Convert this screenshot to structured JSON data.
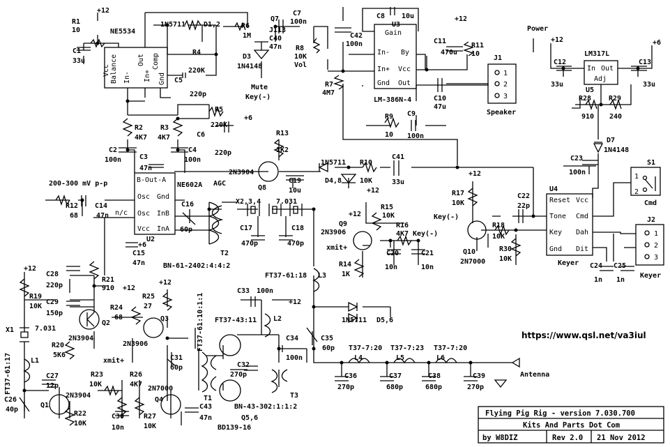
{
  "title_block": {
    "title": "Flying Pig Rig - version 7.030.700",
    "company": "Kits And Parts Dot Com",
    "author": "by W8DIZ",
    "revision": "Rev 2.0",
    "date": "21 Nov 2012"
  },
  "url": "https://www.qsl.net/va3iul",
  "labels": [
    {
      "id": "l1",
      "text": "+12"
    },
    {
      "id": "l2",
      "text": "R1"
    },
    {
      "id": "l3",
      "text": "10"
    },
    {
      "id": "l4",
      "text": "NE5534"
    },
    {
      "id": "l5",
      "text": "C1"
    },
    {
      "id": "l6",
      "text": "33u"
    },
    {
      "id": "l7",
      "text": "1N5711"
    },
    {
      "id": "l8",
      "text": "D1,2"
    },
    {
      "id": "l9",
      "text": "R4"
    },
    {
      "id": "l10",
      "text": "220K"
    },
    {
      "id": "l11",
      "text": "C5"
    },
    {
      "id": "l12",
      "text": "220p"
    },
    {
      "id": "l13",
      "text": "R6"
    },
    {
      "id": "l14",
      "text": "1M"
    },
    {
      "id": "l15",
      "text": "J113"
    },
    {
      "id": "l16",
      "text": "Q7"
    },
    {
      "id": "l17",
      "text": "D3"
    },
    {
      "id": "l18",
      "text": "1N4148"
    },
    {
      "id": "l19",
      "text": "C7"
    },
    {
      "id": "l20",
      "text": "100n"
    },
    {
      "id": "l21",
      "text": "C40"
    },
    {
      "id": "l22",
      "text": "47n"
    },
    {
      "id": "l23",
      "text": "Mute"
    },
    {
      "id": "l24",
      "text": "Key(-)"
    },
    {
      "id": "l25",
      "text": "R8"
    },
    {
      "id": "l26",
      "text": "10K"
    },
    {
      "id": "l27",
      "text": "Vol"
    },
    {
      "id": "l28",
      "text": "C8"
    },
    {
      "id": "l29",
      "text": "10u"
    },
    {
      "id": "l30",
      "text": "U3"
    },
    {
      "id": "l31",
      "text": "C42"
    },
    {
      "id": "l32",
      "text": "100n"
    },
    {
      "id": "l33",
      "text": "C11"
    },
    {
      "id": "l34",
      "text": "470u"
    },
    {
      "id": "l35",
      "text": "+12"
    },
    {
      "id": "l36",
      "text": "R11"
    },
    {
      "id": "l37",
      "text": "10"
    },
    {
      "id": "l38",
      "text": "R7"
    },
    {
      "id": "l39",
      "text": "4M7"
    },
    {
      "id": "l40",
      "text": "LM-386N-4"
    },
    {
      "id": "l41",
      "text": "C10"
    },
    {
      "id": "l42",
      "text": "47u"
    },
    {
      "id": "l43",
      "text": "J1"
    },
    {
      "id": "l44",
      "text": "Speaker"
    },
    {
      "id": "l45",
      "text": "R9"
    },
    {
      "id": "l46",
      "text": "10"
    },
    {
      "id": "l47",
      "text": "C9"
    },
    {
      "id": "l48",
      "text": "100n"
    },
    {
      "id": "l49",
      "text": "Power"
    },
    {
      "id": "l50",
      "text": "+12"
    },
    {
      "id": "l51",
      "text": "LM317L"
    },
    {
      "id": "l52",
      "text": "+6"
    },
    {
      "id": "l53",
      "text": "C12"
    },
    {
      "id": "l54",
      "text": "33u"
    },
    {
      "id": "l55",
      "text": "U5"
    },
    {
      "id": "l56",
      "text": "C13"
    },
    {
      "id": "l57",
      "text": "33u"
    },
    {
      "id": "l58",
      "text": "R28"
    },
    {
      "id": "l59",
      "text": "R29"
    },
    {
      "id": "l60",
      "text": "910"
    },
    {
      "id": "l61",
      "text": "240"
    },
    {
      "id": "l62",
      "text": "D7"
    },
    {
      "id": "l63",
      "text": "1N4148"
    },
    {
      "id": "l64",
      "text": "R2"
    },
    {
      "id": "l65",
      "text": "4K7"
    },
    {
      "id": "l66",
      "text": "R3"
    },
    {
      "id": "l67",
      "text": "4K7"
    },
    {
      "id": "l68",
      "text": "R5"
    },
    {
      "id": "l69",
      "text": "220K"
    },
    {
      "id": "l70",
      "text": "+6"
    },
    {
      "id": "l71",
      "text": "C6"
    },
    {
      "id": "l72",
      "text": "220p"
    },
    {
      "id": "l73",
      "text": "C2"
    },
    {
      "id": "l74",
      "text": "100n"
    },
    {
      "id": "l75",
      "text": "C3"
    },
    {
      "id": "l76",
      "text": "47n"
    },
    {
      "id": "l77",
      "text": "C4"
    },
    {
      "id": "l78",
      "text": "100n"
    },
    {
      "id": "l79",
      "text": "R13"
    },
    {
      "id": "l80",
      "text": "1K2"
    },
    {
      "id": "l81",
      "text": "2N3904"
    },
    {
      "id": "l82",
      "text": "Q8"
    },
    {
      "id": "l83",
      "text": "AGC"
    },
    {
      "id": "l84",
      "text": "1N5711"
    },
    {
      "id": "l85",
      "text": "R10"
    },
    {
      "id": "l86",
      "text": "10K"
    },
    {
      "id": "l87",
      "text": "C41"
    },
    {
      "id": "l88",
      "text": "33u"
    },
    {
      "id": "l89",
      "text": "C19"
    },
    {
      "id": "l90",
      "text": "10u"
    },
    {
      "id": "l91",
      "text": "D4,8"
    },
    {
      "id": "l92",
      "text": "C23"
    },
    {
      "id": "l93",
      "text": "100n"
    },
    {
      "id": "l94",
      "text": "S1"
    },
    {
      "id": "l95",
      "text": "Cmd"
    },
    {
      "id": "l96",
      "text": "200-300 mV p-p"
    },
    {
      "id": "l97",
      "text": "R12"
    },
    {
      "id": "l98",
      "text": "68"
    },
    {
      "id": "l99",
      "text": "C14"
    },
    {
      "id": "l100",
      "text": "47n"
    },
    {
      "id": "l101",
      "text": "NE602A"
    },
    {
      "id": "l102",
      "text": "U2"
    },
    {
      "id": "l103",
      "text": "C16"
    },
    {
      "id": "l104",
      "text": "60p"
    },
    {
      "id": "l105",
      "text": "X2,3,4"
    },
    {
      "id": "l106",
      "text": "7.031"
    },
    {
      "id": "l107",
      "text": "C17"
    },
    {
      "id": "l108",
      "text": "470p"
    },
    {
      "id": "l109",
      "text": "C18"
    },
    {
      "id": "l110",
      "text": "470p"
    },
    {
      "id": "l111",
      "text": "T2"
    },
    {
      "id": "l112",
      "text": "C15"
    },
    {
      "id": "l113",
      "text": "47n"
    },
    {
      "id": "l114",
      "text": "+6"
    },
    {
      "id": "l115",
      "text": "BN-61-2402:4:4:2"
    },
    {
      "id": "l116",
      "text": "+12"
    },
    {
      "id": "l117",
      "text": "R15"
    },
    {
      "id": "l118",
      "text": "10K"
    },
    {
      "id": "l119",
      "text": "+12"
    },
    {
      "id": "l120",
      "text": "Q9"
    },
    {
      "id": "l121",
      "text": "2N3906"
    },
    {
      "id": "l122",
      "text": "R16"
    },
    {
      "id": "l123",
      "text": "4K7"
    },
    {
      "id": "l124",
      "text": "Key(-)"
    },
    {
      "id": "l125",
      "text": "xmit+"
    },
    {
      "id": "l126",
      "text": "C20"
    },
    {
      "id": "l127",
      "text": "10n"
    },
    {
      "id": "l128",
      "text": "C21"
    },
    {
      "id": "l129",
      "text": "10n"
    },
    {
      "id": "l130",
      "text": "R14"
    },
    {
      "id": "l131",
      "text": "1K"
    },
    {
      "id": "l132",
      "text": "+12"
    },
    {
      "id": "l133",
      "text": "R17"
    },
    {
      "id": "l134",
      "text": "10K"
    },
    {
      "id": "l135",
      "text": "Key(-)"
    },
    {
      "id": "l136",
      "text": "R18"
    },
    {
      "id": "l137",
      "text": "10K"
    },
    {
      "id": "l138",
      "text": "Q10"
    },
    {
      "id": "l139",
      "text": "2N7000"
    },
    {
      "id": "l140",
      "text": "R30"
    },
    {
      "id": "l141",
      "text": "10K"
    },
    {
      "id": "l142",
      "text": "C22"
    },
    {
      "id": "l143",
      "text": "22p"
    },
    {
      "id": "l144",
      "text": "U4"
    },
    {
      "id": "l145",
      "text": "Keyer"
    },
    {
      "id": "l146",
      "text": "J2"
    },
    {
      "id": "l147",
      "text": "C24"
    },
    {
      "id": "l148",
      "text": "1n"
    },
    {
      "id": "l149",
      "text": "C25"
    },
    {
      "id": "l150",
      "text": "1n"
    },
    {
      "id": "l151",
      "text": "Keyer"
    },
    {
      "id": "l152",
      "text": "+12"
    },
    {
      "id": "l153",
      "text": "C28"
    },
    {
      "id": "l154",
      "text": "220p"
    },
    {
      "id": "l155",
      "text": "R19"
    },
    {
      "id": "l156",
      "text": "10K"
    },
    {
      "id": "l157",
      "text": "C29"
    },
    {
      "id": "l158",
      "text": "150p"
    },
    {
      "id": "l159",
      "text": "R21"
    },
    {
      "id": "l160",
      "text": "910"
    },
    {
      "id": "l161",
      "text": "+12"
    },
    {
      "id": "l162",
      "text": "R25"
    },
    {
      "id": "l163",
      "text": "27"
    },
    {
      "id": "l164",
      "text": "+12"
    },
    {
      "id": "l165",
      "text": "R24"
    },
    {
      "id": "l166",
      "text": "68"
    },
    {
      "id": "l167",
      "text": "Q3"
    },
    {
      "id": "l168",
      "text": "Q2"
    },
    {
      "id": "l169",
      "text": "X1"
    },
    {
      "id": "l170",
      "text": "7.031"
    },
    {
      "id": "l171",
      "text": "2N3904"
    },
    {
      "id": "l172",
      "text": "2N3906"
    },
    {
      "id": "l173",
      "text": "R20"
    },
    {
      "id": "l174",
      "text": "5K6"
    },
    {
      "id": "l175",
      "text": "FT37-61:17"
    },
    {
      "id": "l176",
      "text": "L1"
    },
    {
      "id": "l177",
      "text": "C27"
    },
    {
      "id": "l178",
      "text": "12p"
    },
    {
      "id": "l179",
      "text": "C26"
    },
    {
      "id": "l180",
      "text": "40p"
    },
    {
      "id": "l181",
      "text": "Q1"
    },
    {
      "id": "l182",
      "text": "2N3904"
    },
    {
      "id": "l183",
      "text": "R22"
    },
    {
      "id": "l184",
      "text": "10K"
    },
    {
      "id": "l185",
      "text": "xmit+"
    },
    {
      "id": "l186",
      "text": "R23"
    },
    {
      "id": "l187",
      "text": "10K"
    },
    {
      "id": "l188",
      "text": "R26"
    },
    {
      "id": "l189",
      "text": "4K7"
    },
    {
      "id": "l190",
      "text": "C30"
    },
    {
      "id": "l191",
      "text": "10n"
    },
    {
      "id": "l192",
      "text": "R27"
    },
    {
      "id": "l193",
      "text": "10K"
    },
    {
      "id": "l194",
      "text": "2N7000"
    },
    {
      "id": "l195",
      "text": "Q4"
    },
    {
      "id": "l196",
      "text": "C31"
    },
    {
      "id": "l197",
      "text": "60p"
    },
    {
      "id": "l198",
      "text": "C43"
    },
    {
      "id": "l199",
      "text": "47n"
    },
    {
      "id": "l200",
      "text": "FT37-61:10:1:1"
    },
    {
      "id": "l201",
      "text": "T1"
    },
    {
      "id": "l202",
      "text": "FT37-61:18"
    },
    {
      "id": "l203",
      "text": "L3"
    },
    {
      "id": "l204",
      "text": "C33"
    },
    {
      "id": "l205",
      "text": "100n"
    },
    {
      "id": "l206",
      "text": "+12"
    },
    {
      "id": "l207",
      "text": "FT37-43:11"
    },
    {
      "id": "l208",
      "text": "L2"
    },
    {
      "id": "l209",
      "text": "1N5711"
    },
    {
      "id": "l210",
      "text": "D5,6"
    },
    {
      "id": "l211",
      "text": "C32"
    },
    {
      "id": "l212",
      "text": "270p"
    },
    {
      "id": "l213",
      "text": "C34"
    },
    {
      "id": "l214",
      "text": "100n"
    },
    {
      "id": "l215",
      "text": "C35"
    },
    {
      "id": "l216",
      "text": "60p"
    },
    {
      "id": "l217",
      "text": "T37-7:20"
    },
    {
      "id": "l218",
      "text": "T37-7:23"
    },
    {
      "id": "l219",
      "text": "T37-7:20"
    },
    {
      "id": "l220",
      "text": "L4"
    },
    {
      "id": "l221",
      "text": "L5"
    },
    {
      "id": "l222",
      "text": "L6"
    },
    {
      "id": "l223",
      "text": "Antenna"
    },
    {
      "id": "l224",
      "text": "C36"
    },
    {
      "id": "l225",
      "text": "270p"
    },
    {
      "id": "l226",
      "text": "C37"
    },
    {
      "id": "l227",
      "text": "680p"
    },
    {
      "id": "l228",
      "text": "C38"
    },
    {
      "id": "l229",
      "text": "680p"
    },
    {
      "id": "l230",
      "text": "C39"
    },
    {
      "id": "l231",
      "text": "270p"
    },
    {
      "id": "l232",
      "text": "T3"
    },
    {
      "id": "l233",
      "text": "BN-43-302:1:1:2"
    },
    {
      "id": "l234",
      "text": "Q5,6"
    },
    {
      "id": "l235",
      "text": "BD139-16"
    },
    {
      "id": "l236",
      "text": "D4,8"
    },
    {
      "id": "l237",
      "text": "1N5711"
    }
  ],
  "pins": {
    "u1": [
      "Vcc",
      "Balance",
      "Out",
      "In+",
      "Comp",
      "Gnd",
      "In-"
    ],
    "u2": [
      "B-Out-A",
      "Osc",
      "Gnd",
      "Osc",
      "InB",
      "n/c",
      "Vcc",
      "InA"
    ],
    "u3": [
      "Gain",
      "In-",
      "By",
      "In+",
      "Vcc",
      "Gnd",
      "Out"
    ],
    "u4": [
      "Reset",
      "Vcc",
      "Tone",
      "Cmd",
      "Key",
      "Dah",
      "Gnd",
      "Dit"
    ],
    "u5": [
      "In",
      "Out",
      "Adj"
    ],
    "j1": [
      "1",
      "2",
      "3"
    ],
    "j2": [
      "1",
      "2",
      "3"
    ],
    "s1": [
      "1",
      "2"
    ]
  }
}
